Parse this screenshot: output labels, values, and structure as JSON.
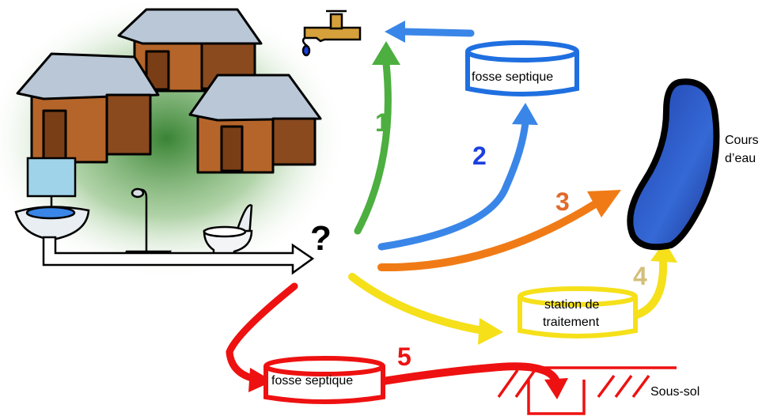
{
  "labels": {
    "tank_top": "fosse septique",
    "tank_bottom": "fosse septique",
    "station": [
      "station de",
      "traitement"
    ],
    "river": [
      "Cours",
      "d’eau"
    ],
    "subsoil": "Sous-sol",
    "question": "?"
  },
  "paths": [
    {
      "number": "1",
      "color": "#4caf3f"
    },
    {
      "number": "2",
      "color": "#1b3fe0"
    },
    {
      "number": "3",
      "color": "#e06a2a"
    },
    {
      "number": "4",
      "color": "#d4bf7a"
    },
    {
      "number": "5",
      "color": "#ee1111"
    }
  ],
  "arrow_colors": {
    "green": "#4caf3f",
    "blue": "#3a86e8",
    "orange": "#f07b16",
    "yellow": "#f5e01a",
    "red": "#ee1111"
  }
}
